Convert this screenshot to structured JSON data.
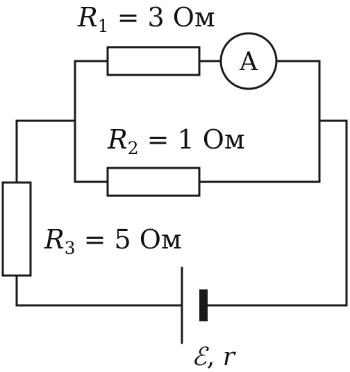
{
  "labels": {
    "r1": {
      "symbol": "R",
      "sub": "1",
      "rest": " = 3 Ом"
    },
    "r2": {
      "symbol": "R",
      "sub": "2",
      "rest": " = 1 Ом"
    },
    "r3": {
      "symbol": "R",
      "sub": "3",
      "rest": " = 5 Ом"
    },
    "source": {
      "emf": "ℰ",
      "sep": ", ",
      "r": "r"
    }
  },
  "ammeter_symbol": "A"
}
